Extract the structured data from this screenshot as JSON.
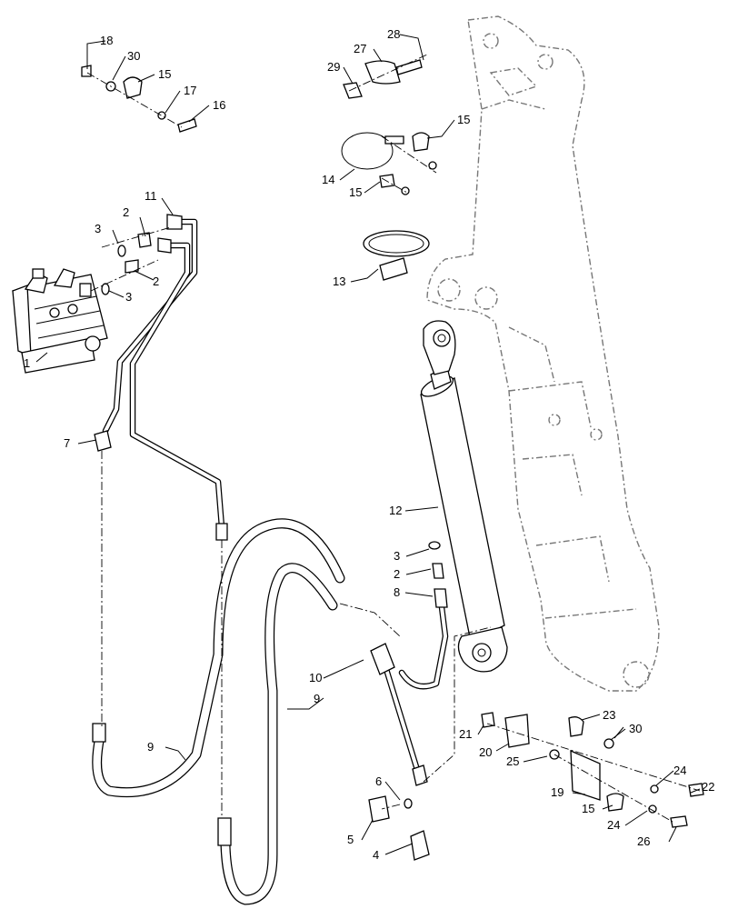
{
  "callouts": {
    "c1": "1",
    "c2a": "2",
    "c2b": "2",
    "c2c": "2",
    "c3a": "3",
    "c3b": "3",
    "c3c": "3",
    "c4": "4",
    "c5": "5",
    "c6": "6",
    "c7": "7",
    "c8": "8",
    "c9a": "9",
    "c9b": "9",
    "c10": "10",
    "c11": "11",
    "c12": "12",
    "c13": "13",
    "c14": "14",
    "c15a": "15",
    "c15b": "15",
    "c15c": "15",
    "c15d": "15",
    "c16": "16",
    "c17": "17",
    "c18": "18",
    "c19": "19",
    "c20": "20",
    "c21": "21",
    "c22": "22",
    "c23": "23",
    "c24a": "24",
    "c24b": "24",
    "c25": "25",
    "c26": "26",
    "c27": "27",
    "c28": "28",
    "c29": "29",
    "c30a": "30",
    "c30b": "30"
  }
}
